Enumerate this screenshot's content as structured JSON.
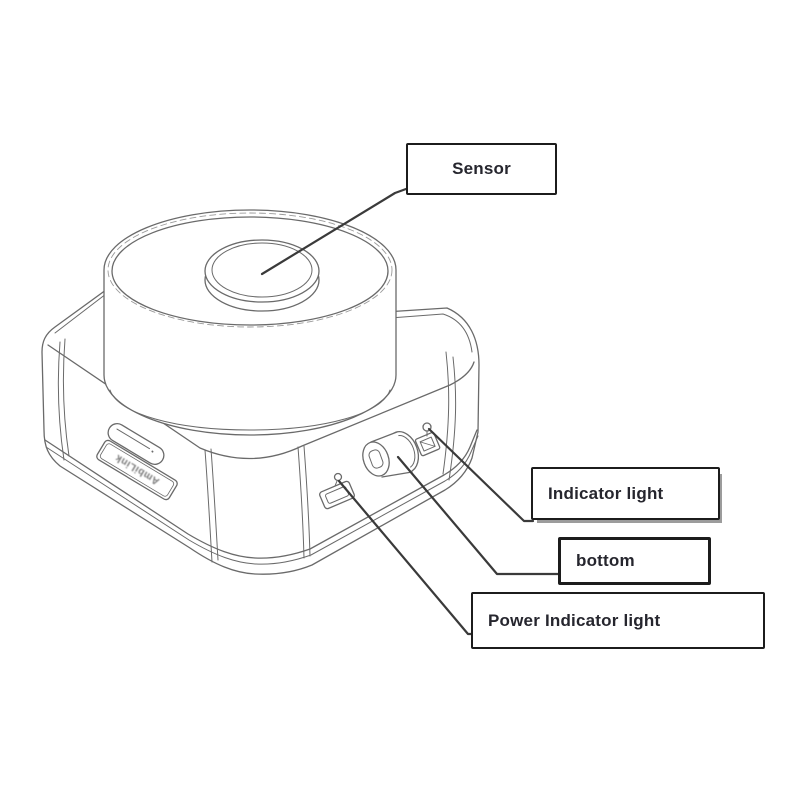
{
  "diagram": {
    "type": "product-callout-diagram",
    "subject": "sensor-device-line-drawing"
  },
  "labels": {
    "sensor": "Sensor",
    "indicator_light": "Indicator light",
    "bottom": "bottom",
    "power_indicator_light": "Power Indicator light"
  },
  "device": {
    "plate_text": "AmbiLink"
  },
  "colors": {
    "background": "#ffffff",
    "sketch_line": "#6a6a6a",
    "leader_line": "#3a3a3a",
    "label_border": "#1c1c1c",
    "label_text": "#26262e",
    "label_shadow": "#9c9c9c"
  }
}
